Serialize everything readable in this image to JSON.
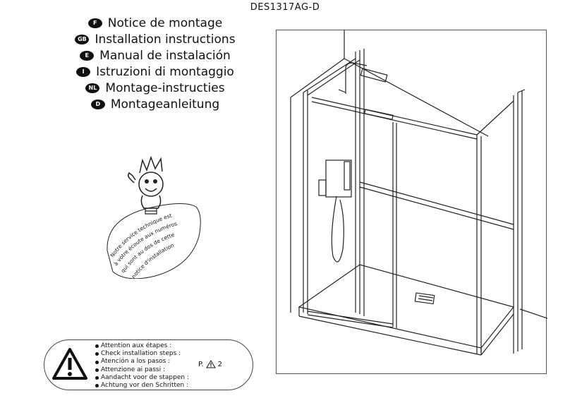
{
  "document": {
    "reference": "DES1317AG-D"
  },
  "languages": [
    {
      "code": "F",
      "title": "Notice de montage"
    },
    {
      "code": "GB",
      "title": "Installation instructions"
    },
    {
      "code": "E",
      "title": "Manual de instalación"
    },
    {
      "code": "I",
      "title": "Istruzioni di montaggio"
    },
    {
      "code": "NL",
      "title": "Montage-instructies"
    },
    {
      "code": "D",
      "title": "Montageanleitung"
    }
  ],
  "service_note": {
    "line1": "Notre service technique est",
    "line2": "à votre écoute aux numéros",
    "line3": "qui sont au dos de cette",
    "line4": "notice d'installation"
  },
  "warning": {
    "icon": "warning-triangle-icon",
    "steps": [
      "Attention aux étapes :",
      "Check installation steps :",
      "Atención a los pasos :",
      "Attenzione ai passi :",
      "Aandacht voor de stappen :",
      "Achtung vor den Schritten :"
    ],
    "page_prefix": "P.",
    "page_number": "2"
  }
}
